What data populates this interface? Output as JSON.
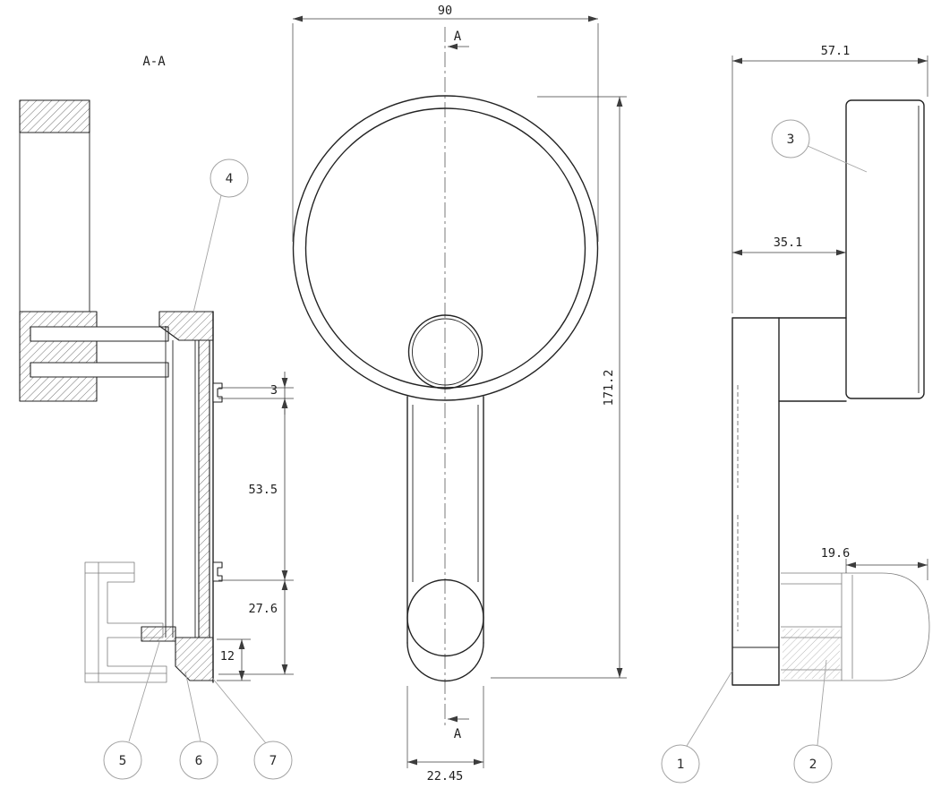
{
  "drawing": {
    "section": {
      "label": "A-A",
      "dim_gap": "3",
      "dim_body": "53.5",
      "dim_lower": "27.6",
      "dim_base": "12"
    },
    "front": {
      "cut_top": "A",
      "cut_bottom": "A",
      "dim_width": "90",
      "dim_height": "171.2",
      "dim_tube": "22.45"
    },
    "side": {
      "dim_total": "57.1",
      "dim_head": "35.1",
      "dim_knob": "19.6"
    },
    "balloons": {
      "b1": "1",
      "b2": "2",
      "b3": "3",
      "b4": "4",
      "b5": "5",
      "b6": "6",
      "b7": "7"
    },
    "colors": {
      "line": "#232323",
      "dimension": "#3c3c3c",
      "balloon": "#a3a3a3",
      "background": "#ffffff"
    }
  }
}
